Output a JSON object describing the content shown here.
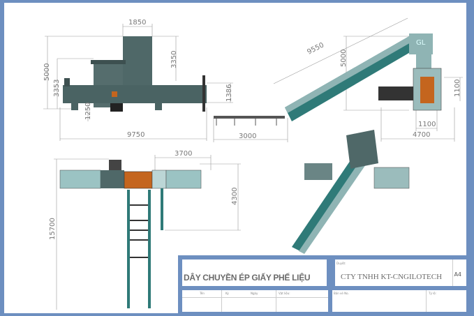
{
  "dimensions": {
    "side_view": {
      "top_width": "1850",
      "total_height": "5000",
      "body_height": "3353",
      "tower_height": "3350",
      "clearance": "1250",
      "press_height": "1386",
      "total_length": "9750"
    },
    "conveyor_view": {
      "feed_length": "3000",
      "incline_length": "9550",
      "height": "5000",
      "press_height": "1100",
      "press_width": "1100",
      "total_width": "4700",
      "logo": "GL"
    },
    "top_view": {
      "press_length": "3700",
      "press_depth": "4300",
      "total_length": "15700"
    }
  },
  "title_block": {
    "title": "DÂY CHUYỀN ÉP GIẤY PHẾ LIỆU",
    "company_label": "Duyệt:",
    "company": "CTY TNHH KT-CNGILOTECH",
    "sheet_size": "A4",
    "col_name": "Tên",
    "col_sign": "Ký",
    "col_date": "Ngày",
    "material_label": "Vật liệu:",
    "drawing_no_label": "Bản vẽ No.",
    "scale_label": "Tỷ lệ:"
  },
  "colors": {
    "frame": "#6d8fc0",
    "machine": "#4f6868",
    "conveyor": "#2f7a78",
    "conveyor_light": "#8fb4b4",
    "chamber": "#c4651e"
  }
}
